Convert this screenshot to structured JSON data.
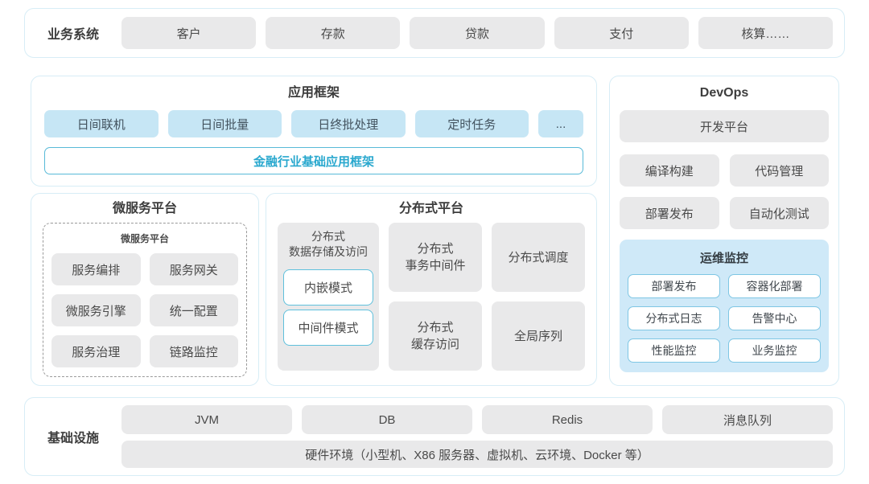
{
  "business": {
    "label": "业务系统",
    "items": [
      "客户",
      "存款",
      "贷款",
      "支付",
      "核算……"
    ]
  },
  "app_framework": {
    "title": "应用框架",
    "items": [
      "日间联机",
      "日间批量",
      "日终批处理",
      "定时任务"
    ],
    "more": "...",
    "base_bar": "金融行业基础应用框架"
  },
  "microservice": {
    "title": "微服务平台",
    "inner_title": "微服务平台",
    "items": [
      "服务编排",
      "服务网关",
      "微服务引擎",
      "统一配置",
      "服务治理",
      "链路监控"
    ]
  },
  "distributed": {
    "title": "分布式平台",
    "storage": {
      "line1": "分布式",
      "line2": "数据存储及访问",
      "modes": [
        "内嵌模式",
        "中间件模式"
      ]
    },
    "transaction": {
      "line1": "分布式",
      "line2": "事务中间件"
    },
    "scheduling": "分布式调度",
    "cache": {
      "line1": "分布式",
      "line2": "缓存访问"
    },
    "sequence": "全局序列"
  },
  "devops": {
    "title": "DevOps",
    "platform": "开发平台",
    "items": [
      "编译构建",
      "代码管理",
      "部署发布",
      "自动化测试"
    ],
    "ops": {
      "title": "运维监控",
      "items": [
        "部署发布",
        "容器化部署",
        "分布式日志",
        "告警中心",
        "性能监控",
        "业务监控"
      ]
    }
  },
  "infrastructure": {
    "label": "基础设施",
    "items": [
      "JVM",
      "DB",
      "Redis",
      "消息队列"
    ],
    "hardware": "硬件环境（小型机、X86 服务器、虚拟机、云环境、Docker 等）"
  },
  "colors": {
    "panel_border": "#d7edf6",
    "blue_pill": "#c6e6f5",
    "gray_pill": "#e9e9ea",
    "teal_border": "#58bad8",
    "teal_text": "#29a8ce",
    "ops_bg": "#cfe9f8",
    "ops_item_border": "#7ec6e4",
    "text_dark": "#3d3d3d"
  }
}
